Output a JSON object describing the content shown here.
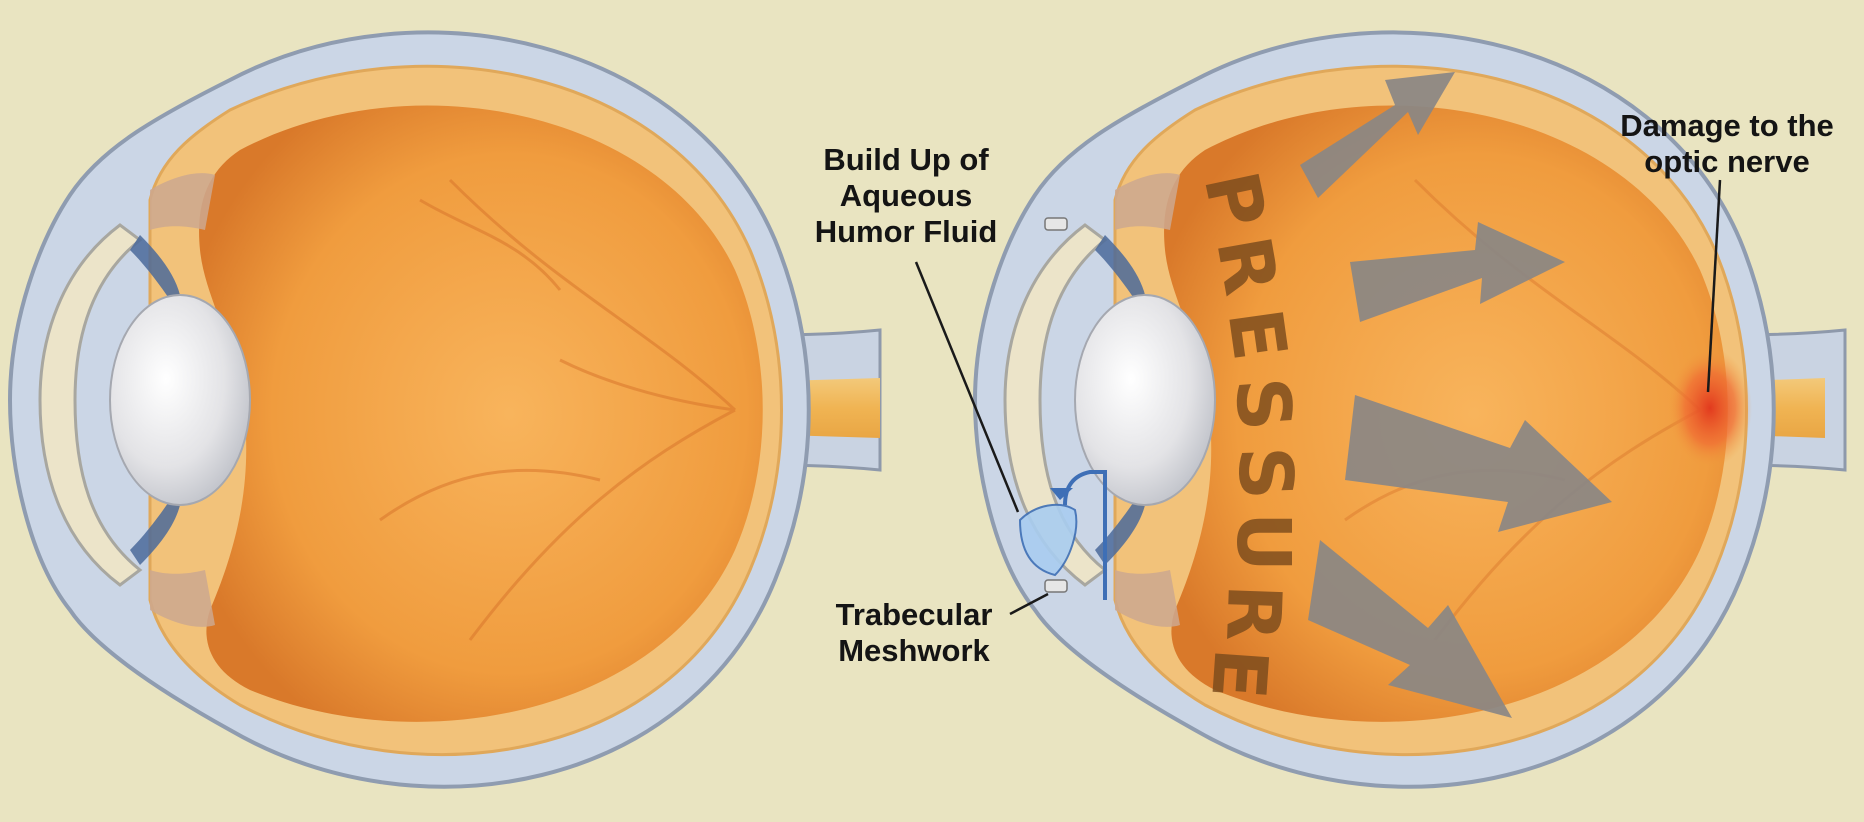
{
  "labels": {
    "build_up_line1": "Build Up of",
    "build_up_line2": "Aqueous",
    "build_up_line3": "Humor Fluid",
    "trabecular_line1": "Trabecular",
    "trabecular_line2": "Meshwork",
    "damage_line1": "Damage to the",
    "damage_line2": "optic nerve"
  },
  "pressure_letters": [
    "P",
    "R",
    "E",
    "S",
    "S",
    "U",
    "R",
    "E"
  ],
  "colors": {
    "background": "#e9e4c1",
    "vitreous": "#f0a448",
    "sclera": "#c7d2e2",
    "lens": "#dcdcdc",
    "arrow": "#8a8784",
    "pressure_text": "#7a4a1c",
    "damage": "#e0472a",
    "fluid": "#9cc2ea"
  }
}
